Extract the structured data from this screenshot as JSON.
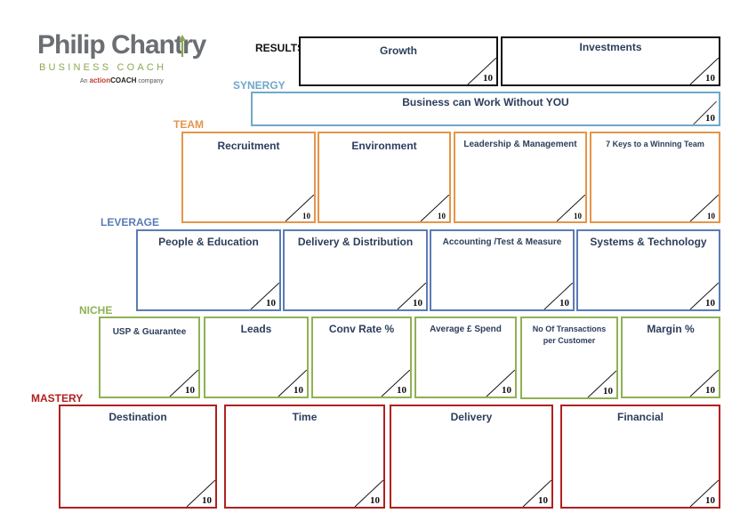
{
  "logo": {
    "name": "Philip Chantry",
    "subtitle": "BUSINESS COACH",
    "tag_prefix": "An",
    "tag_brand_a": "action",
    "tag_brand_b": "COACH",
    "tag_suffix": "company"
  },
  "colors": {
    "results": "#111111",
    "synergy": "#6fa8c8",
    "team": "#e5954a",
    "leverage": "#5b7bb5",
    "niche": "#8fb155",
    "mastery": "#b02020"
  },
  "sections": {
    "results": {
      "label": "RESULTS",
      "boxes": [
        {
          "title": "Growth",
          "score": "10"
        },
        {
          "title": "Investments",
          "score": "10"
        }
      ]
    },
    "synergy": {
      "label": "SYNERGY",
      "boxes": [
        {
          "title": "Business can Work Without YOU",
          "score": "10"
        }
      ]
    },
    "team": {
      "label": "TEAM",
      "boxes": [
        {
          "title": "Recruitment",
          "score": "10"
        },
        {
          "title": "Environment",
          "score": "10"
        },
        {
          "title": "Leadership & Management",
          "score": "10"
        },
        {
          "title": "7 Keys to a Winning Team",
          "score": "10"
        }
      ]
    },
    "leverage": {
      "label": "LEVERAGE",
      "boxes": [
        {
          "title": "People & Education",
          "score": "10"
        },
        {
          "title": "Delivery & Distribution",
          "score": "10"
        },
        {
          "title": "Accounting /Test & Measure",
          "score": "10"
        },
        {
          "title": "Systems & Technology",
          "score": "10"
        }
      ]
    },
    "niche": {
      "label": "NICHE",
      "boxes": [
        {
          "title": "USP & Guarantee",
          "score": "10"
        },
        {
          "title": "Leads",
          "score": "10"
        },
        {
          "title": "Conv Rate %",
          "score": "10"
        },
        {
          "title": "Average £ Spend",
          "score": "10"
        },
        {
          "title": "No Of Transactions per Customer",
          "score": "10"
        },
        {
          "title": "Margin %",
          "score": "10"
        }
      ]
    },
    "mastery": {
      "label": "MASTERY",
      "boxes": [
        {
          "title": "Destination",
          "score": "10"
        },
        {
          "title": "Time",
          "score": "10"
        },
        {
          "title": "Delivery",
          "score": "10"
        },
        {
          "title": "Financial",
          "score": "10"
        }
      ]
    }
  }
}
